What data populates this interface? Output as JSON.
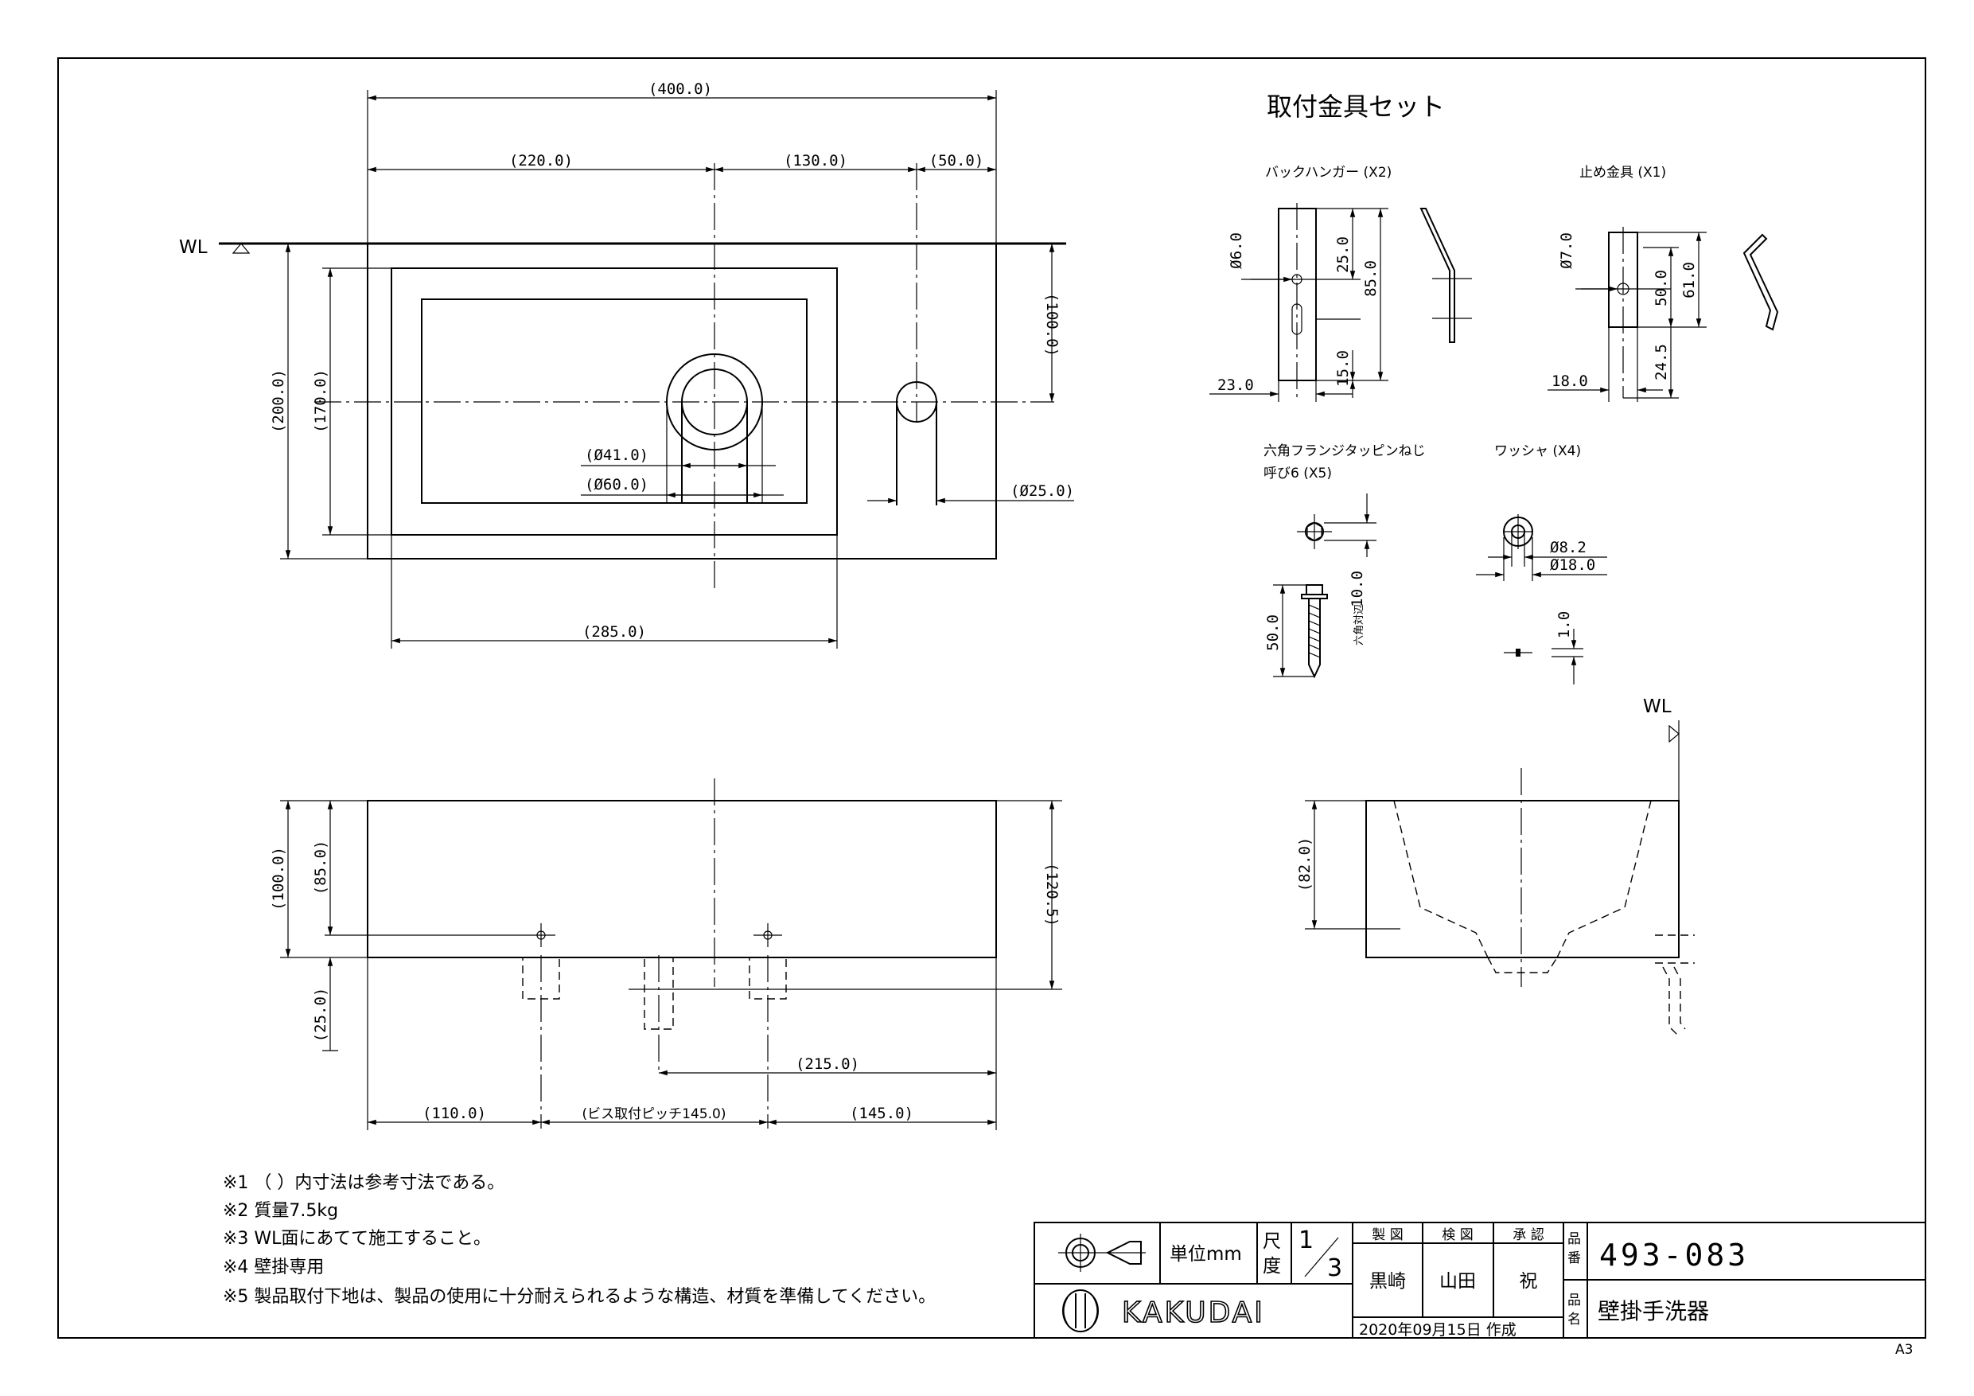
{
  "top_view": {
    "wl_label": "WL",
    "dims": {
      "overall_width": "(400.0)",
      "left_to_drain": "(220.0)",
      "drain_to_tap": "(130.0)",
      "tap_to_edge": "(50.0)",
      "top_to_center": "(100.0)",
      "overall_height": "(200.0)",
      "bowl_height": "(170.0)",
      "drain_d1": "(Ø41.0)",
      "drain_d2": "(Ø60.0)",
      "tap_d": "(Ø25.0)",
      "bowl_width": "(285.0)"
    }
  },
  "front_view": {
    "dims": {
      "height": "(100.0)",
      "inner_height": "(85.0)",
      "right_height": "(120.5)",
      "below": "(25.0)",
      "pipe_span": "(215.0)",
      "left_margin": "(110.0)",
      "screw_pitch": "(ビス取付ピッチ145.0)",
      "right_margin": "(145.0)"
    }
  },
  "side_view": {
    "wl_label": "WL",
    "depth": "(82.0)"
  },
  "mounting": {
    "title": "取付金具セット",
    "back_hanger": {
      "label": "バックハンガー (X2)",
      "d_hole": "Ø6.0",
      "dim_25": "25.0",
      "dim_85": "85.0",
      "dim_15": "15.0",
      "dim_23": "23.0"
    },
    "stopper": {
      "label": "止め金具 (X1)",
      "d_hole": "Ø7.0",
      "dim_50": "50.0",
      "dim_61": "61.0",
      "dim_245": "24.5",
      "dim_18": "18.0"
    },
    "screw": {
      "label1": "六角フランジタッピンねじ",
      "label2": "呼び6 (X5)",
      "dim_10": "10.0",
      "hex_label": "六角対辺",
      "length": "50.0"
    },
    "washer": {
      "label": "ワッシャ (X4)",
      "d_in": "Ø8.2",
      "d_out": "Ø18.0",
      "thick": "1.0"
    }
  },
  "notes": [
    "※1 （ ）内寸法は参考寸法である。",
    "※2 質量7.5kg",
    "※3 WL面にあてて施工すること。",
    "※4 壁掛専用",
    "※5 製品取付下地は、製品の使用に十分耐えられるような構造、材質を準備してください。"
  ],
  "title_block": {
    "unit_label": "単位mm",
    "scale_label1": "尺",
    "scale_label2": "度",
    "scale_num": "1",
    "scale_den": "3",
    "made_h": "製 図",
    "check_h": "検 図",
    "approve_h": "承 認",
    "made_by": "黒崎",
    "check_by": "山田",
    "approve_by": "祝",
    "date": "2020年09月15日 作成",
    "part_no_h1": "品",
    "part_no_h2": "番",
    "part_no": "493-083",
    "name_h1": "品",
    "name_h2": "名",
    "name": "壁掛手洗器",
    "brand": "KAKUDAI",
    "paper": "A3"
  }
}
